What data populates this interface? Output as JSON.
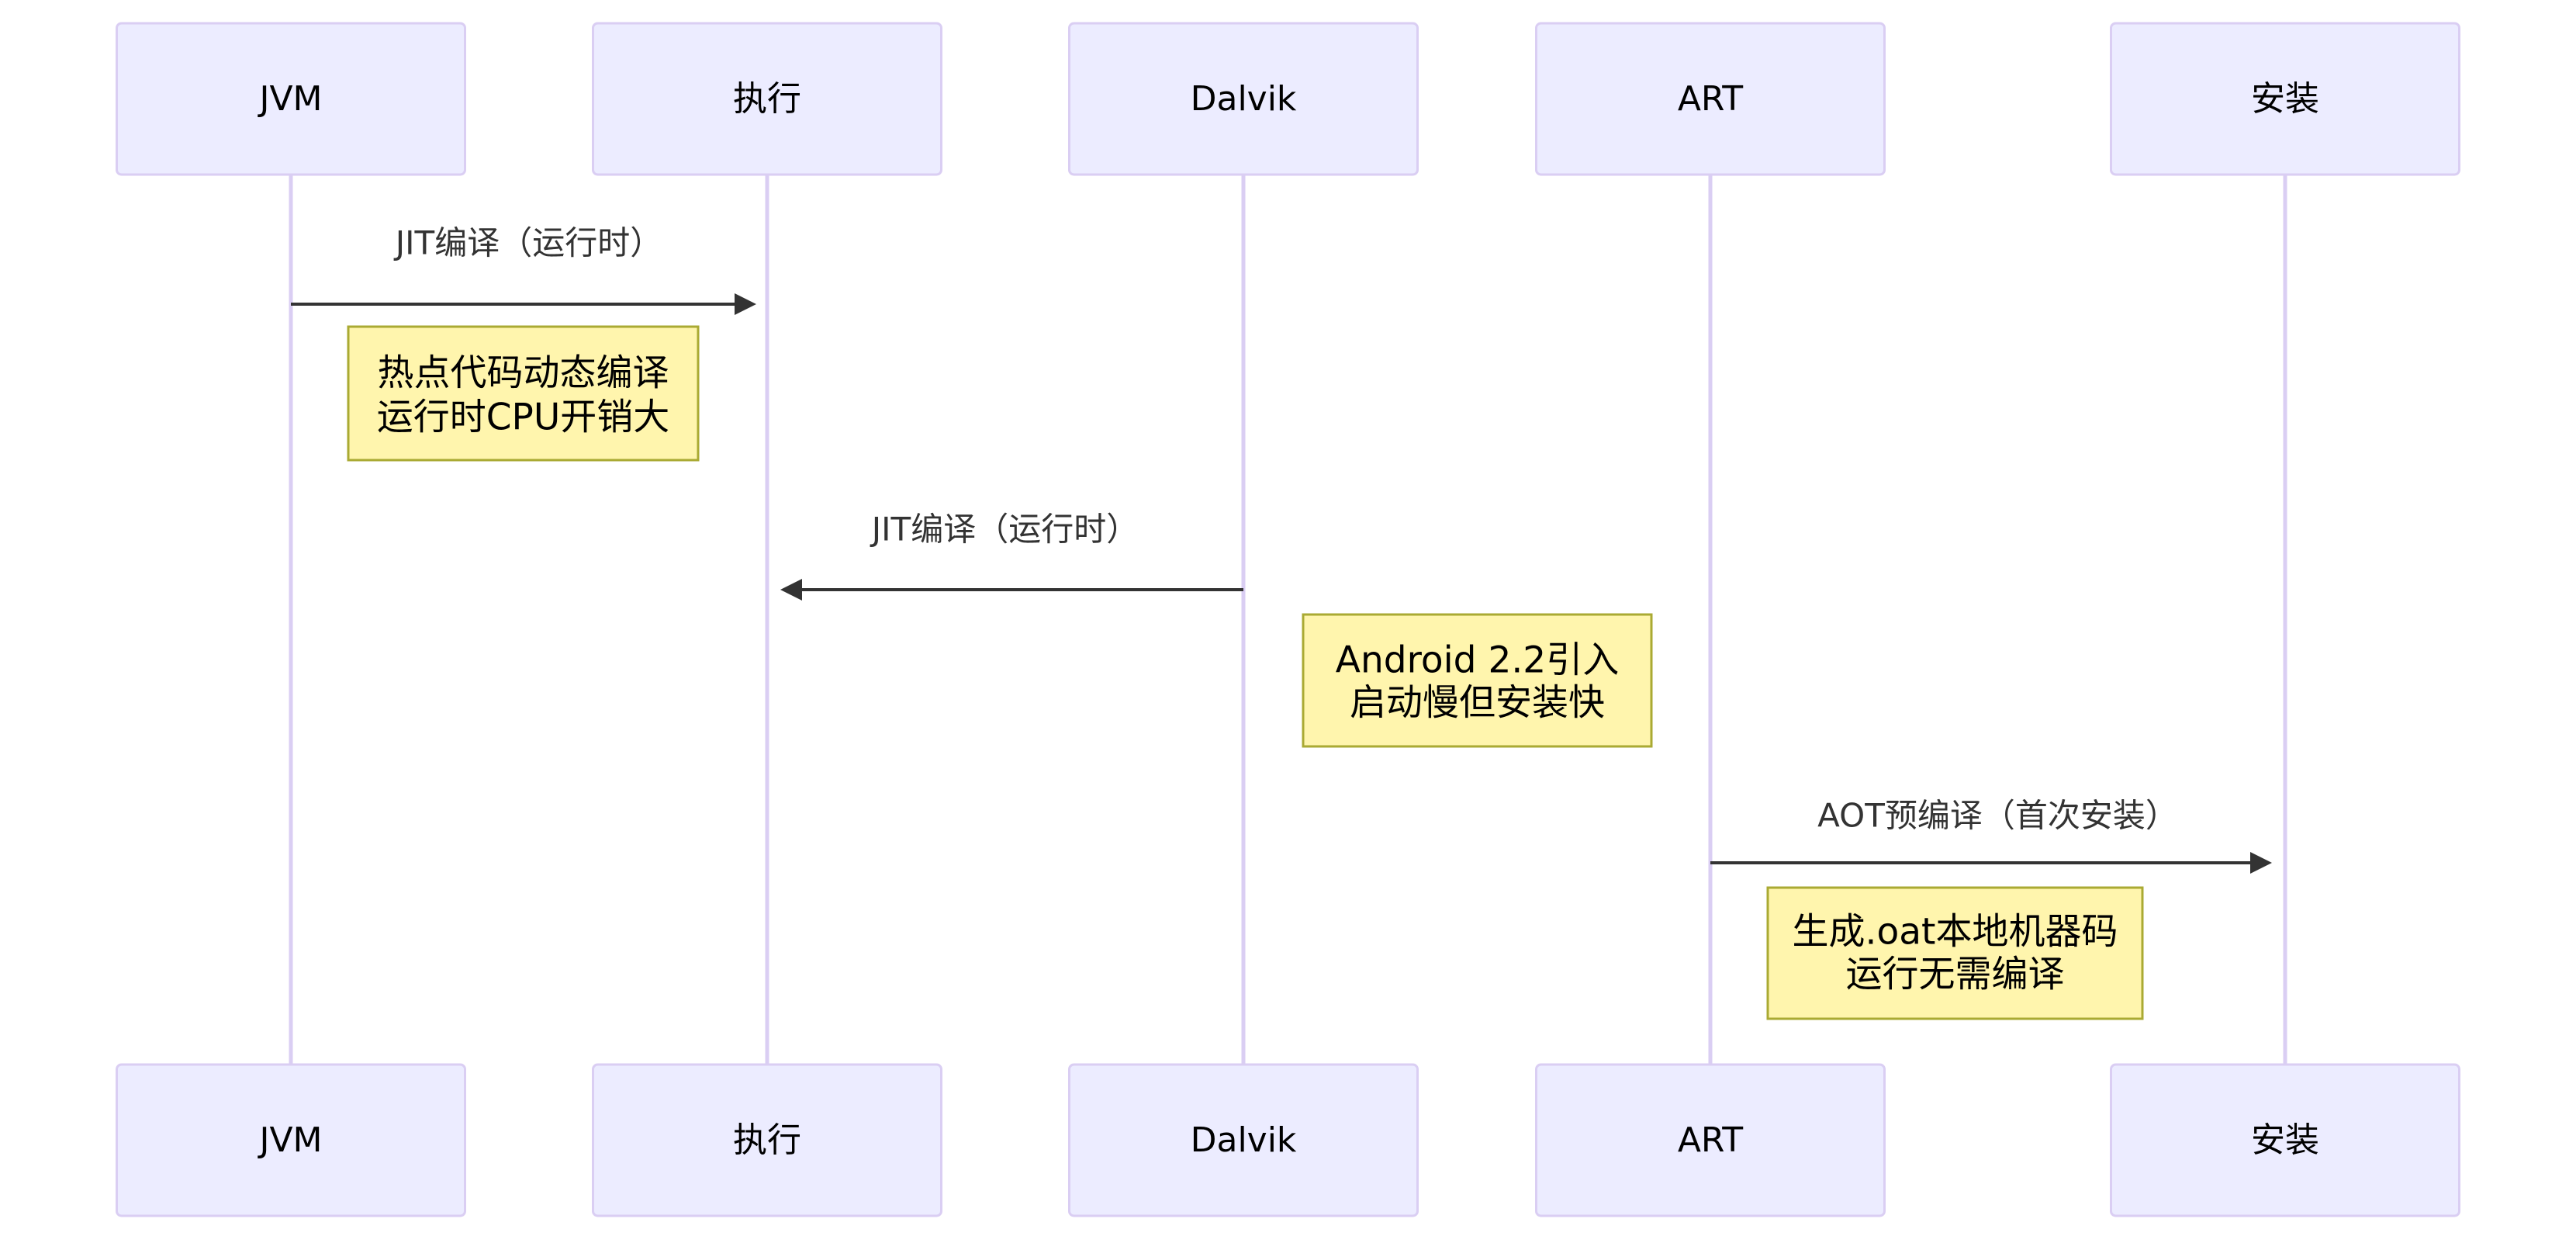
{
  "diagram": {
    "actors": [
      {
        "label": "JVM"
      },
      {
        "label": "执行"
      },
      {
        "label": "Dalvik"
      },
      {
        "label": "ART"
      },
      {
        "label": "安装"
      }
    ],
    "messages": [
      {
        "label": "JIT编译（运行时）"
      },
      {
        "label": "JIT编译（运行时）"
      },
      {
        "label": "AOT预编译（首次安装）"
      }
    ],
    "notes": [
      {
        "lines": [
          "热点代码动态编译",
          "运行时CPU开销大"
        ]
      },
      {
        "lines": [
          "Android 2.2引入",
          "启动慢但安装快"
        ]
      },
      {
        "lines": [
          "生成.oat本地机器码",
          "运行无需编译"
        ]
      }
    ]
  },
  "colors": {
    "actor_fill": "#ECECFF",
    "actor_border": "#DACEF3",
    "lifeline": "#DACEF3",
    "arrow": "#333333",
    "message_text": "#333333",
    "note_fill": "#FFF5AD",
    "note_border": "#AAAA33",
    "text": "#000000"
  }
}
